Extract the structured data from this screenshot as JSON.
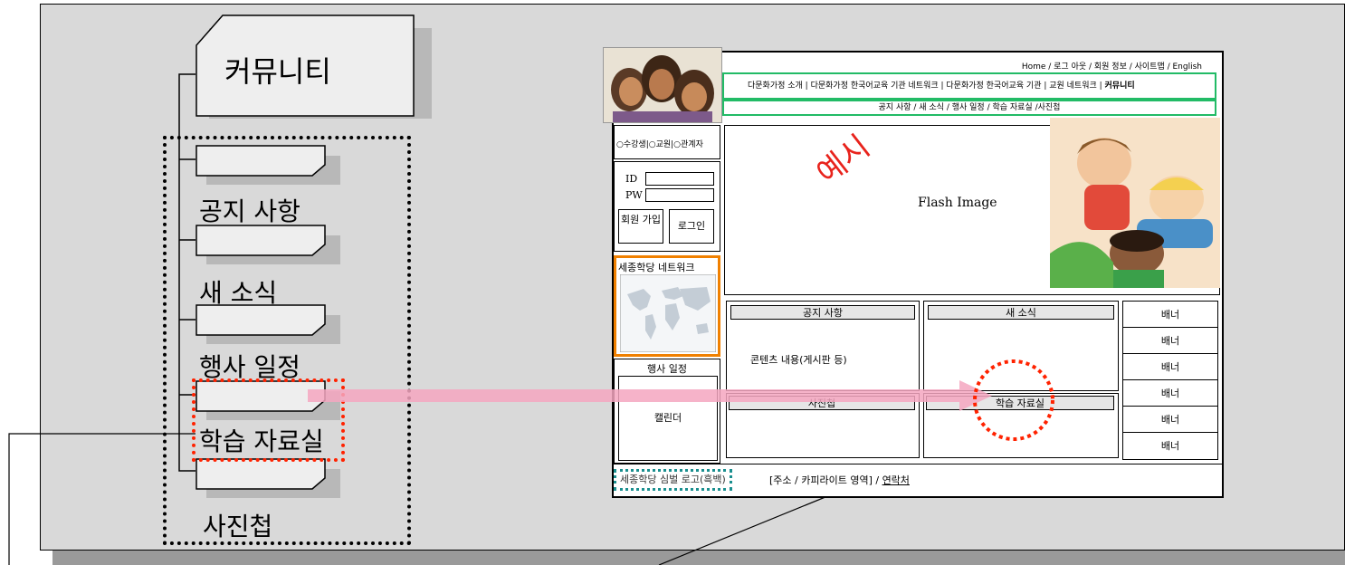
{
  "tree": {
    "root": "커뮤니티",
    "items": [
      "공지 사항",
      "새 소식",
      "행사 일정",
      "학습 자료실",
      "사진첩"
    ]
  },
  "mockup": {
    "top_links": "Home / 로그 아웃 / 회원 정보 / 사이트맵 / English",
    "main_nav_prefix": "다문화가정 소개 | 다문화가정 한국어교육 기관 네트워크 | 다문화가정 한국어교육 기관 | 교원 네트워크 | ",
    "main_nav_active": "커뮤니티",
    "sub_nav": "공지 사항 / 새 소식 / 행사 일정 / 학습 자료실 /사진첩",
    "user_types": "○수강생|○교원|○관계자",
    "id_label": "ID",
    "pw_label": "PW",
    "join_button": "회원 가입",
    "login_button": "로그인",
    "network_title": "세종학당 네트워크",
    "event_title": "행사 일정",
    "calendar": "캘린더",
    "example_stamp": "예시",
    "flash_label": "Flash Image",
    "notice_header": "공지 사항",
    "news_header": "새 소식",
    "content_text": "콘텐츠 내용(게시판 등)",
    "photo_header": "사진첩",
    "library_header": "학습 자료실",
    "banners": [
      "배너",
      "배너",
      "배너",
      "배너",
      "배너",
      "배너"
    ],
    "footer_logo": "세종학당 심벌 로고(흑백)",
    "footer_address": "[주소 / 카피라이트 영역]  / ",
    "footer_contact": "연락처"
  },
  "colors": {
    "arrow": "#f4a6c0",
    "highlight_red": "#ff2200",
    "nav_green": "#22bb66",
    "network_orange": "#f08000",
    "footer_teal": "#1a8f8f",
    "stamp_red": "#e8231c"
  }
}
